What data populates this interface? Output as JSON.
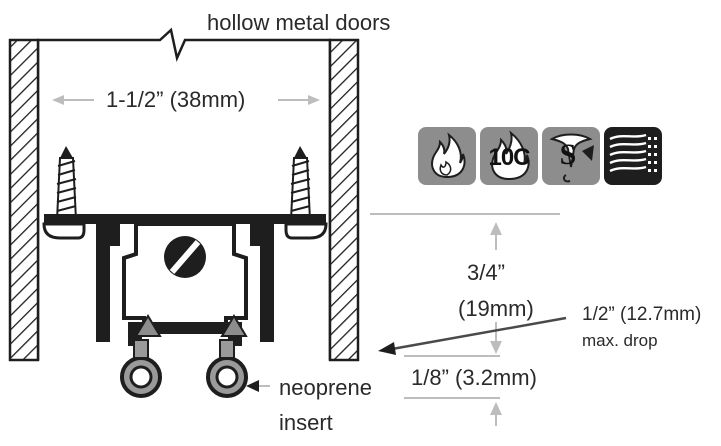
{
  "labels": {
    "door_type": "hollow metal doors",
    "width": "1-1/2” (38mm)",
    "height_line1": "3/4”",
    "height_line2": "(19mm)",
    "drop_line1": "1/2” (12.7mm)",
    "drop_line2": "max. drop",
    "insert_line1": "neoprene",
    "insert_line2": "insert",
    "gap": "1/8” (3.2mm)"
  },
  "badges": [
    {
      "icon": "fire-rating-icon",
      "text": ""
    },
    {
      "icon": "ten-c-rating-icon",
      "text": "10C"
    },
    {
      "icon": "smoke-seal-icon",
      "text": "S"
    },
    {
      "icon": "sound-rating-icon",
      "text": ""
    }
  ],
  "colors": {
    "ink": "#1e1e1e",
    "guide": "#bdbdbd",
    "badge": "#8d8d8d",
    "neoprene": "#9a9a9a"
  }
}
